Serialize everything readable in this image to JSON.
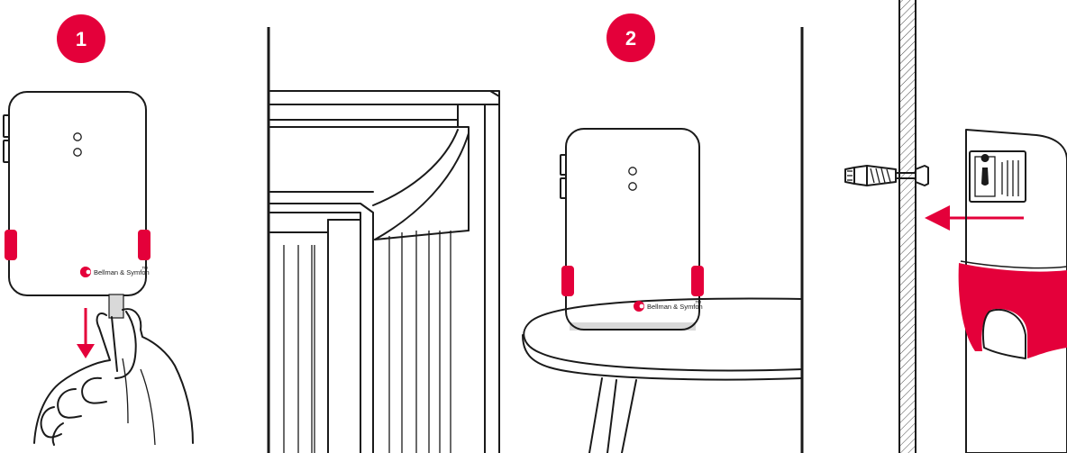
{
  "steps": {
    "step1_label": "1",
    "step2_label": "2"
  },
  "device": {
    "brand_text": "Bellman & Symfon",
    "brand_mark": "™"
  },
  "colors": {
    "accent": "#E4003A",
    "line": "#1a1a1a",
    "background": "#ffffff",
    "stand": "#d9d9d9"
  }
}
